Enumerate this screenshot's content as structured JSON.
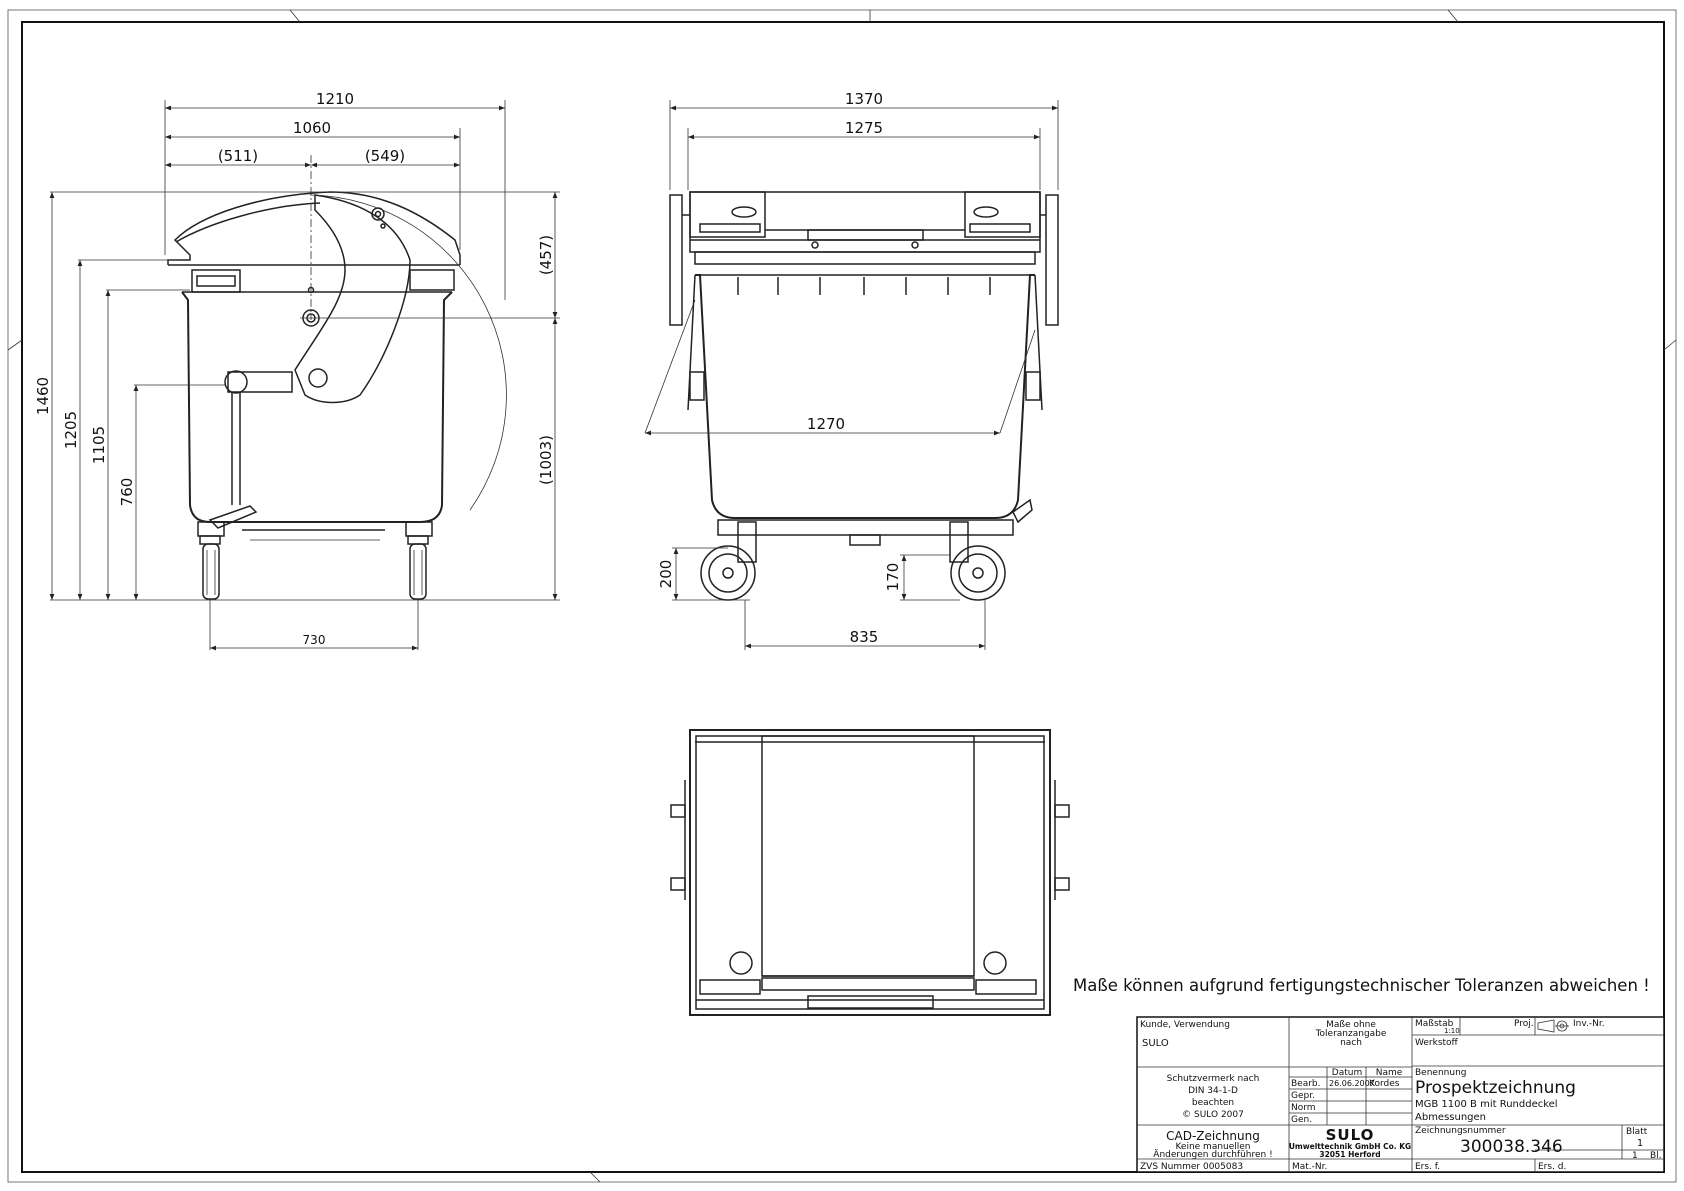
{
  "drawing": {
    "side_view": {
      "width_total": "1210",
      "width_body": "1060",
      "width_left": "(511)",
      "width_right": "(549)",
      "height_total": "1460",
      "height_rim": "1205",
      "height_hinge": "1105",
      "height_handle": "760",
      "lid_radius": "(457)",
      "radius_lower": "(1003)",
      "wheelbase": "730"
    },
    "front_view": {
      "width_total": "1370",
      "width_body": "1275",
      "width_inner": "1270",
      "height_pedal": "200",
      "height_wheel": "170",
      "wheel_track": "835"
    },
    "tolerance_note": "Maße können aufgrund fertigungstechnischer Toleranzen abweichen !"
  },
  "title_block": {
    "kunde_label": "Kunde, Verwendung",
    "kunde_value": "SULO",
    "masse_ohne": [
      "Maße ohne",
      "Toleranzangabe",
      "nach"
    ],
    "massstab_label": "Maßstab",
    "massstab_value": "1:10",
    "proj_label": "Proj.",
    "inv_label": "Inv.-Nr.",
    "werkstoff_label": "Werkstoff",
    "schutz": [
      "Schutzvermerk nach",
      "DIN 34-1-D",
      "beachten",
      "© SULO 2007"
    ],
    "datum_label": "Datum",
    "name_label": "Name",
    "bearb_label": "Bearb.",
    "bearb_date": "26.06.2007",
    "bearb_name": "Kordes",
    "gepr_label": "Gepr.",
    "norm_label": "Norm",
    "gen_label": "Gen.",
    "benennung_label": "Benennung",
    "benennung_1": "Prospektzeichnung",
    "benennung_2": "MGB 1100 B mit Runddeckel",
    "benennung_3": "Abmessungen",
    "cad_title": "CAD-Zeichnung",
    "cad_sub1": "Keine manuellen",
    "cad_sub2": "Änderungen durchführen !",
    "company_logo": "SULO",
    "company_1": "Umwelttechnik GmbH  Co. KG",
    "company_2": "32051 Herford",
    "zeichnungsnummer_label": "Zeichnungsnummer",
    "zeichnungsnummer": "300038.346",
    "blatt_label": "Blatt",
    "blatt_value": "1",
    "bl_count": "1",
    "bl_label": "Bl.",
    "zvs": "ZVS Nummer  0005083",
    "matnr_label": "Mat.-Nr.",
    "ersf_label": "Ers. f.",
    "ersd_label": "Ers. d."
  }
}
